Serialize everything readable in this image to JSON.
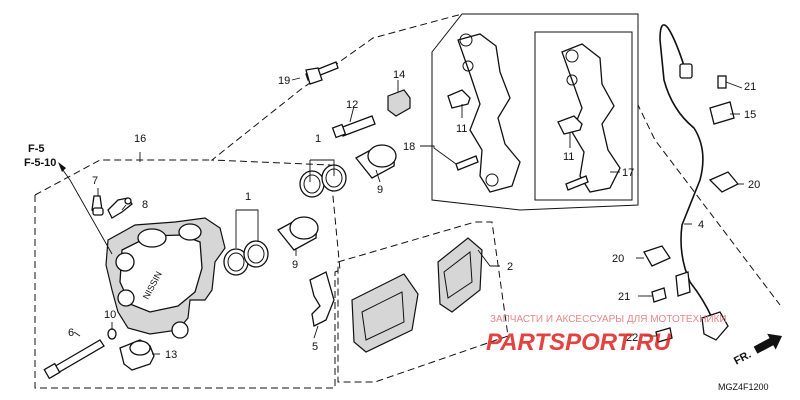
{
  "diagram": {
    "code": "MGZ4F1200",
    "reference": [
      "F-5",
      "F-5-10"
    ],
    "direction": "FR.",
    "callouts": {
      "c1a": "1",
      "c1b": "1",
      "c2": "2",
      "c4": "4",
      "c5": "5",
      "c6": "6",
      "c7": "7",
      "c8": "8",
      "c9a": "9",
      "c9b": "9",
      "c10": "10",
      "c11a": "11",
      "c11b": "11",
      "c12": "12",
      "c13": "13",
      "c14": "14",
      "c15": "15",
      "c16": "16",
      "c17": "17",
      "c18": "18",
      "c19": "19",
      "c20a": "20",
      "c20b": "20",
      "c21a": "21",
      "c21b": "21",
      "c22": "22"
    }
  },
  "watermark": {
    "caption": "ЗАПЧАСТИ И АКСЕССУАРЫ ДЛЯ МОТОТЕХНИКИ",
    "logo": "PARTSPORT.RU",
    "color": "#e02020"
  }
}
